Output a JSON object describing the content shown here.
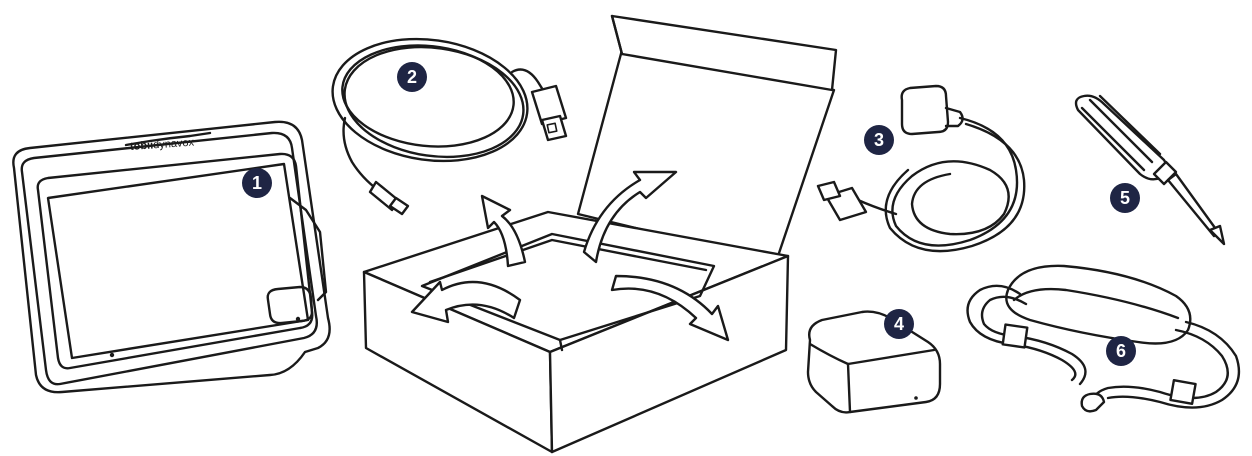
{
  "colors": {
    "badge": "#1f2544",
    "line": "#1a1a1a",
    "background": "#ffffff"
  },
  "device": {
    "brand_bold": "tobii",
    "brand_light": "dynavox"
  },
  "items": [
    {
      "number": "1",
      "depicts": "tablet-device"
    },
    {
      "number": "2",
      "depicts": "usb-c-cable"
    },
    {
      "number": "3",
      "depicts": "power-adapter"
    },
    {
      "number": "4",
      "depicts": "eye-tracker-module"
    },
    {
      "number": "5",
      "depicts": "screwdriver"
    },
    {
      "number": "6",
      "depicts": "carry-strap"
    }
  ]
}
